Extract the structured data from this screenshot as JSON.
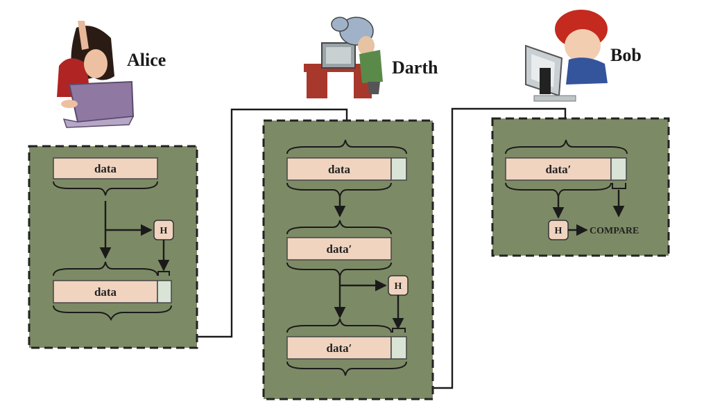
{
  "actors": {
    "alice": "Alice",
    "darth": "Darth",
    "bob": "Bob"
  },
  "alice_panel": {
    "top_block": "data",
    "hash_fn": "H",
    "bottom_block": "data"
  },
  "darth_panel": {
    "top_block": "data",
    "modified_block": "data′",
    "hash_fn": "H",
    "bottom_block": "data′"
  },
  "bob_panel": {
    "block": "data′",
    "hash_fn": "H",
    "compare": "COMPARE"
  },
  "colors": {
    "panel_fill": "#7d8a66",
    "data_fill": "#f0d4c0",
    "hash_fill": "#d9e4d6"
  }
}
